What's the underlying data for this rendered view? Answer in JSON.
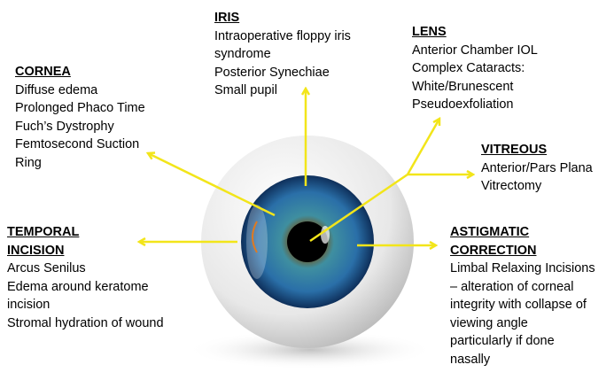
{
  "colors": {
    "arrow": "#f2e51a",
    "iris": "#1d5c8f",
    "pupil": "#000000"
  },
  "blocks": {
    "iris": {
      "title": [
        "IRIS"
      ],
      "lines": [
        "Intraoperative floppy iris",
        "syndrome",
        "Posterior Synechiae",
        "Small pupil"
      ]
    },
    "lens": {
      "title": [
        "LENS"
      ],
      "lines": [
        "Anterior Chamber IOL",
        "Complex Cataracts:",
        "White/Brunescent",
        "Pseudoexfoliation"
      ]
    },
    "cornea": {
      "title": [
        "CORNEA"
      ],
      "lines": [
        "Diffuse edema",
        "Prolonged Phaco Time",
        "Fuch’s Dystrophy",
        "Femtosecond Suction",
        "Ring"
      ]
    },
    "vitreous": {
      "title": [
        "VITREOUS"
      ],
      "lines": [
        "Anterior/Pars Plana",
        "Vitrectomy"
      ]
    },
    "temporal": {
      "title": [
        "TEMPORAL",
        "INCISION"
      ],
      "lines": [
        "Arcus Senilus",
        "Edema around keratome",
        "incision",
        "Stromal hydration of wound"
      ]
    },
    "astigmatic": {
      "title": [
        "ASTIGMATIC",
        "CORRECTION"
      ],
      "lines": [
        "Limbal Relaxing Incisions",
        "– alteration of corneal",
        "integrity with collapse of",
        "viewing angle",
        "particularly if done",
        "nasally"
      ]
    }
  }
}
